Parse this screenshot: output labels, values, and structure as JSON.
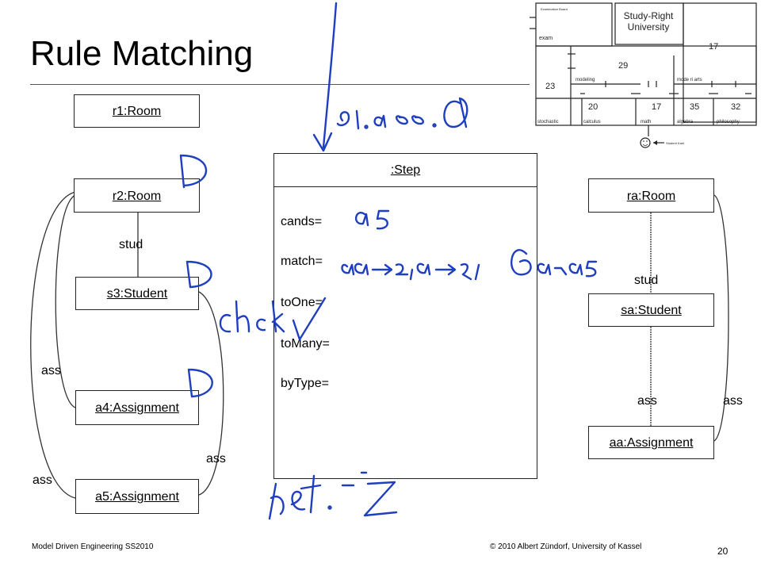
{
  "slide": {
    "title": "Rule Matching",
    "footer_left": "Model Driven Engineering SS2010",
    "footer_right": "© 2010 Albert Zündorf, University of Kassel",
    "page_number": "20"
  },
  "objects": {
    "r1": "r1:Room",
    "r2": "r2:Room",
    "s3": "s3:Student",
    "a4": "a4:Assignment",
    "a5": "a5:Assignment",
    "ra": "ra:Room",
    "sa": "sa:Student",
    "aa": "aa:Assignment"
  },
  "links": {
    "stud_left": "stud",
    "ass_left_a4": "ass",
    "ass_left_a5": "ass",
    "ass_s3_a5": "ass",
    "stud_right": "stud",
    "ass_right_inner": "ass",
    "ass_right_outer": "ass"
  },
  "step": {
    "title": ":Step",
    "attributes": [
      "cands=",
      "match=",
      "toOne=",
      "toMany=",
      "byType="
    ]
  },
  "map": {
    "examination_board": "Examination Board",
    "university_line1": "Study-Right",
    "university_line2": "University",
    "exam": "exam",
    "modeling": "modeling",
    "model_narts": "mode ri arts",
    "stochastic": "stochastic",
    "calculus": "calculus",
    "math": "math",
    "algebra": "algebra",
    "philosophy": "philosophy",
    "student_karli": "Student Karli",
    "num_17_top": "17",
    "num_29": "29",
    "num_23": "23",
    "num_20": "20",
    "num_17_mid": "17",
    "num_35": "35",
    "num_32": "32"
  }
}
